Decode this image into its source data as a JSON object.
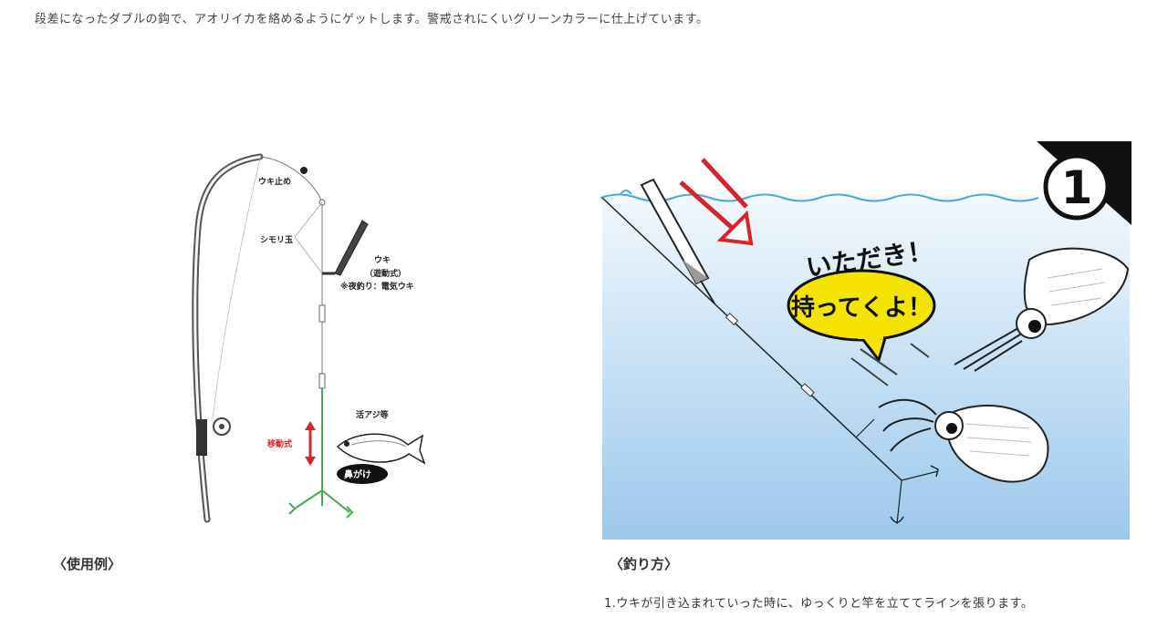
{
  "intro_text": "段差になったダブルの鈎で、アオリイカを絡めるようにゲットします。警戒されにくいグリーンカラーに仕上げています。",
  "left_figure": {
    "label_ukidome": "ウキ止め",
    "label_shimoridama": "シモリ玉",
    "label_uki": "ウキ",
    "label_uki_type": "（遊動式）",
    "label_night": "※夜釣り：電気ウキ",
    "label_bait": "活アジ等",
    "label_moving": "移動式",
    "label_hanagake": "鼻がけ"
  },
  "right_figure": {
    "step_number": "1",
    "speech_top": "いただき！",
    "speech_bubble": "持ってくよ！"
  },
  "caption_left": "〈使用例〉",
  "caption_right": "〈釣り方〉",
  "step_description": "1.ウキが引き込まれていった時に、ゆっくりと竿を立ててラインを張ります。",
  "colors": {
    "rig_green": "#3fae5a",
    "arrow_red": "#d8232a",
    "bubble_yellow": "#f5e400",
    "water_top": "#f2f8fd",
    "water_bottom": "#9cc8ea"
  }
}
